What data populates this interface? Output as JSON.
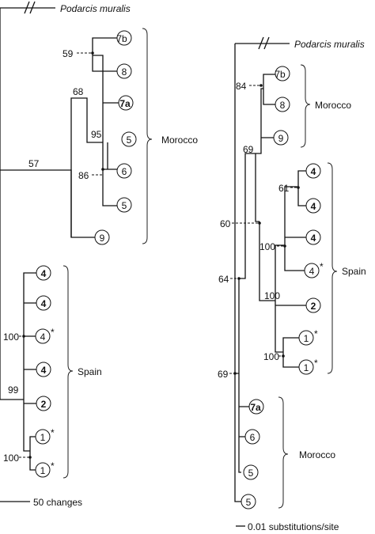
{
  "outgroup": "Podarcis muralis",
  "left_tree": {
    "taxa": {
      "t7b": "7b",
      "t8": "8",
      "t7a": "7a",
      "t5a": "5",
      "t6": "6",
      "t5b": "5",
      "t9": "9",
      "t4a": "4",
      "t4b": "4",
      "t4c": "4",
      "t4c_star": "*",
      "t4d": "4",
      "t2": "2",
      "t1a": "1",
      "t1a_star": "*",
      "t1b": "1",
      "t1b_star": "*"
    },
    "supports": {
      "s59": "59",
      "s68": "68",
      "s95": "95",
      "s86": "86",
      "s57": "57",
      "s100a": "100",
      "s99": "99",
      "s100b": "100"
    },
    "groups": {
      "morocco": "Morocco",
      "spain": "Spain"
    },
    "scale_label": "50 changes"
  },
  "right_tree": {
    "taxa": {
      "t7b": "7b",
      "t8": "8",
      "t9": "9",
      "t4a": "4",
      "t4b": "4",
      "t4c": "4",
      "t4d": "4",
      "t4d_star": "*",
      "t2": "2",
      "t1a": "1",
      "t1a_star": "*",
      "t1b": "1",
      "t1b_star": "*",
      "t7a": "7a",
      "t6": "6",
      "t5a": "5",
      "t5b": "5"
    },
    "supports": {
      "s84": "84",
      "s69a": "69",
      "s61": "61",
      "s60": "60",
      "s100a": "100",
      "s64": "64",
      "s100b": "100",
      "s100c": "100",
      "s69b": "69"
    },
    "groups": {
      "morocco_top": "Morocco",
      "spain": "Spain",
      "morocco_bottom": "Morocco"
    },
    "scale_label": "0.01 substitutions/site"
  }
}
